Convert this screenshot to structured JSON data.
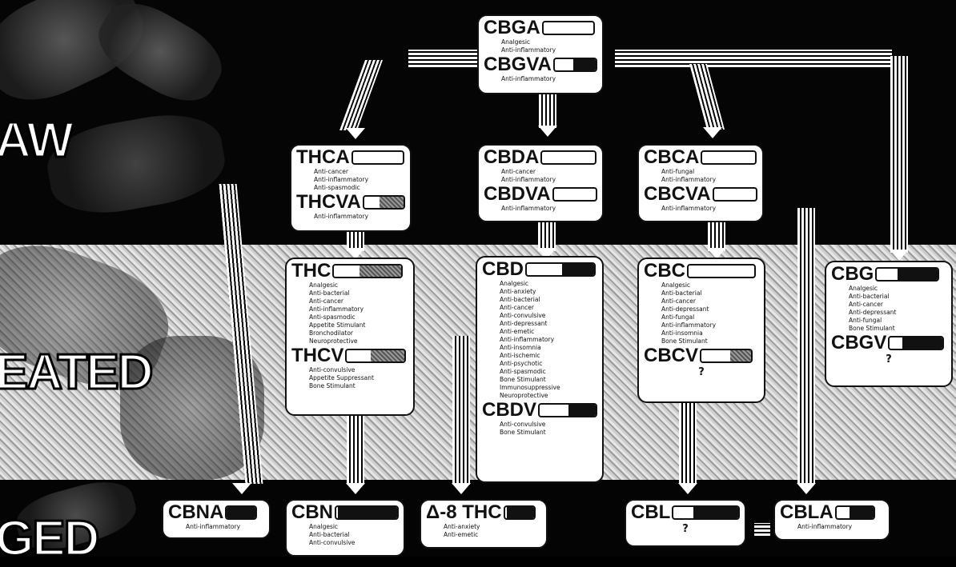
{
  "bands": {
    "raw": "AW",
    "heated": "EATED",
    "aged": "GED"
  },
  "compounds": {
    "cbga": {
      "name": "CBGA",
      "props": [
        "Analgesic",
        "Anti-inflammatory"
      ],
      "sub": {
        "name": "CBGVA",
        "props": [
          "Anti-inflammatory"
        ]
      }
    },
    "thca": {
      "name": "THCA",
      "props": [
        "Anti-cancer",
        "Anti-inflammatory",
        "Anti-spasmodic"
      ],
      "sub": {
        "name": "THCVA",
        "props": [
          "Anti-inflammatory"
        ]
      }
    },
    "cbda": {
      "name": "CBDA",
      "props": [
        "Anti-cancer",
        "Anti-inflammatory"
      ],
      "sub": {
        "name": "CBDVA",
        "props": [
          "Anti-inflammatory"
        ]
      }
    },
    "cbca": {
      "name": "CBCA",
      "props": [
        "Anti-fungal",
        "Anti-inflammatory"
      ],
      "sub": {
        "name": "CBCVA",
        "props": [
          "Anti-inflammatory"
        ]
      }
    },
    "thc": {
      "name": "THC",
      "props": [
        "Analgesic",
        "Anti-bacterial",
        "Anti-cancer",
        "Anti-inflammatory",
        "Anti-spasmodic",
        "Appetite Stimulant",
        "Bronchodilator",
        "Neuroprotective"
      ],
      "sub": {
        "name": "THCV",
        "props": [
          "Anti-convulsive",
          "Appetite Suppressant",
          "Bone Stimulant"
        ]
      }
    },
    "cbd": {
      "name": "CBD",
      "props": [
        "Analgesic",
        "Anti-anxiety",
        "Anti-bacterial",
        "Anti-cancer",
        "Anti-convulsive",
        "Anti-depressant",
        "Anti-emetic",
        "Anti-inflammatory",
        "Anti-insomnia",
        "Anti-ischemic",
        "Anti-psychotic",
        "Anti-spasmodic",
        "Bone Stimulant",
        "Immunosuppressive",
        "Neuroprotective"
      ],
      "sub": {
        "name": "CBDV",
        "props": [
          "Anti-convulsive",
          "Bone Stimulant"
        ]
      }
    },
    "cbc": {
      "name": "CBC",
      "props": [
        "Analgesic",
        "Anti-bacterial",
        "Anti-cancer",
        "Anti-depressant",
        "Anti-fungal",
        "Anti-inflammatory",
        "Anti-insomnia",
        "Bone Stimulant"
      ],
      "sub": {
        "name": "CBCV",
        "props": [
          "?"
        ]
      }
    },
    "cbg": {
      "name": "CBG",
      "props": [
        "Analgesic",
        "Anti-bacterial",
        "Anti-cancer",
        "Anti-depressant",
        "Anti-fungal",
        "Bone Stimulant"
      ],
      "sub": {
        "name": "CBGV",
        "props": [
          "?"
        ]
      }
    },
    "cbna": {
      "name": "CBNA",
      "props": [
        "Anti-inflammatory"
      ]
    },
    "cbn": {
      "name": "CBN",
      "props": [
        "Analgesic",
        "Anti-bacterial",
        "Anti-convulsive"
      ]
    },
    "d8thc": {
      "name": "Δ-8 THC",
      "props": [
        "Anti-anxiety",
        "Anti-emetic"
      ]
    },
    "cbl": {
      "name": "CBL",
      "props": [
        "?"
      ]
    },
    "cbla": {
      "name": "CBLA",
      "props": [
        "Anti-inflammatory"
      ]
    }
  }
}
